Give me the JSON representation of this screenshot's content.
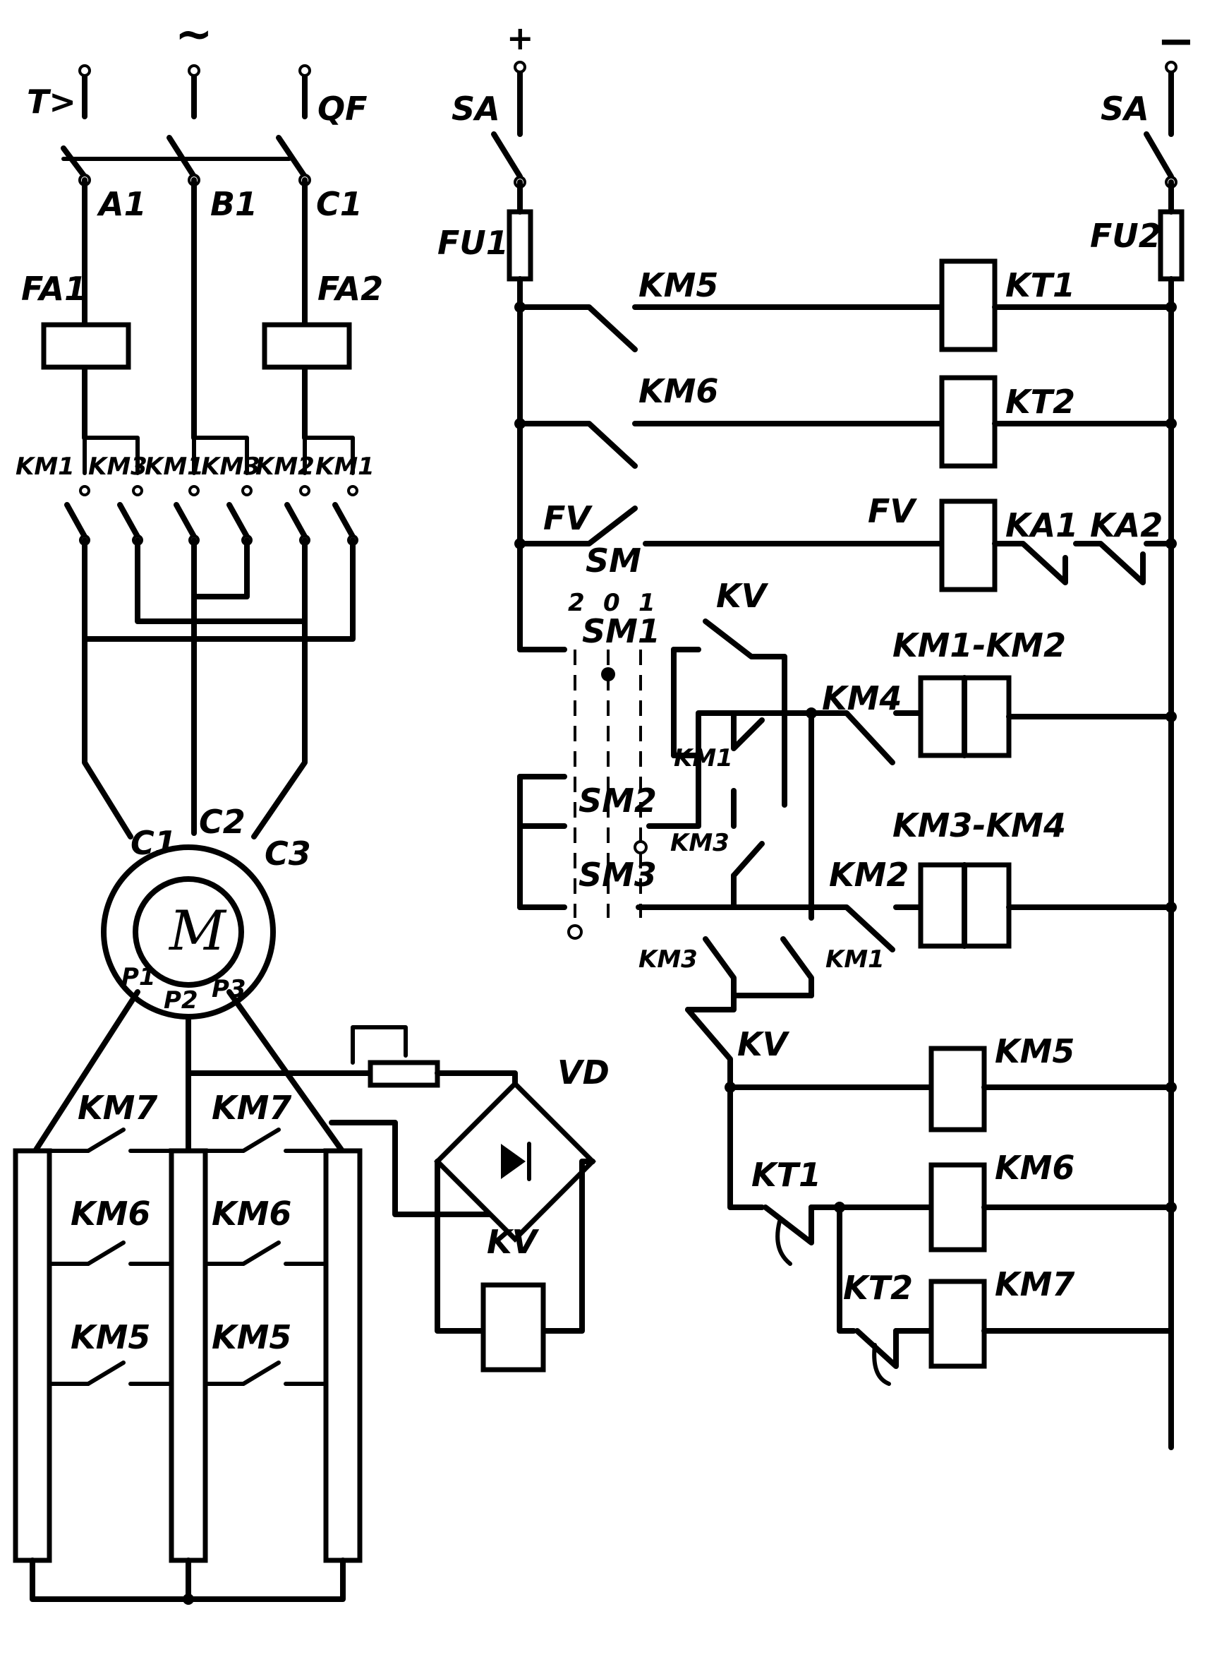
{
  "power": {
    "ac_symbol": "~",
    "breaker": "QF",
    "thermal": "T>",
    "phases": [
      "A1",
      "B1",
      "C1"
    ],
    "current_relays": [
      "FA1",
      "FA2"
    ],
    "contactors_row": [
      "KM1",
      "KM3",
      "KM1",
      "KM3",
      "KM2",
      "KM1"
    ]
  },
  "motor": {
    "symbol": "M",
    "stator": [
      "C1",
      "C2",
      "C3"
    ],
    "rotor": [
      "P1",
      "P2",
      "P3"
    ]
  },
  "rotor_circuit": {
    "km7": [
      "KM7",
      "KM7"
    ],
    "km6": [
      "KM6",
      "KM6"
    ],
    "km5": [
      "KM5",
      "KM5"
    ],
    "rectifier": "VD",
    "relay": "KV"
  },
  "control": {
    "plus": "+",
    "minus": "−",
    "switch_left": "SA",
    "switch_right": "SA",
    "fuse_left": "FU1",
    "fuse_right": "FU2",
    "km5_contact": "KM5",
    "kt1_coil": "KT1",
    "km6_contact": "KM6",
    "kt2_coil": "KT2",
    "fv_contact": "FV",
    "fv_coil": "FV",
    "ka1": "KA1",
    "ka2": "KA2",
    "sm": "SM",
    "sm_positions": [
      "2",
      "0",
      "1"
    ],
    "sm1": "SM1",
    "sm2": "SM2",
    "sm3": "SM3",
    "kv_contact": "KV",
    "km1_contact": "KM1",
    "km4_contact": "KM4",
    "coil_km1_km2": "KM1-KM2",
    "km3_contact": "KM3",
    "km2_contact": "KM2",
    "coil_km3_km4": "KM3-KM4",
    "km3_contact2": "KM3",
    "km1_contact2": "KM1",
    "kv_contact2": "KV",
    "km5_coil": "KM5",
    "kt1_contact": "KT1",
    "km6_coil": "KM6",
    "kt2_contact": "KT2",
    "km7_coil": "KM7"
  }
}
